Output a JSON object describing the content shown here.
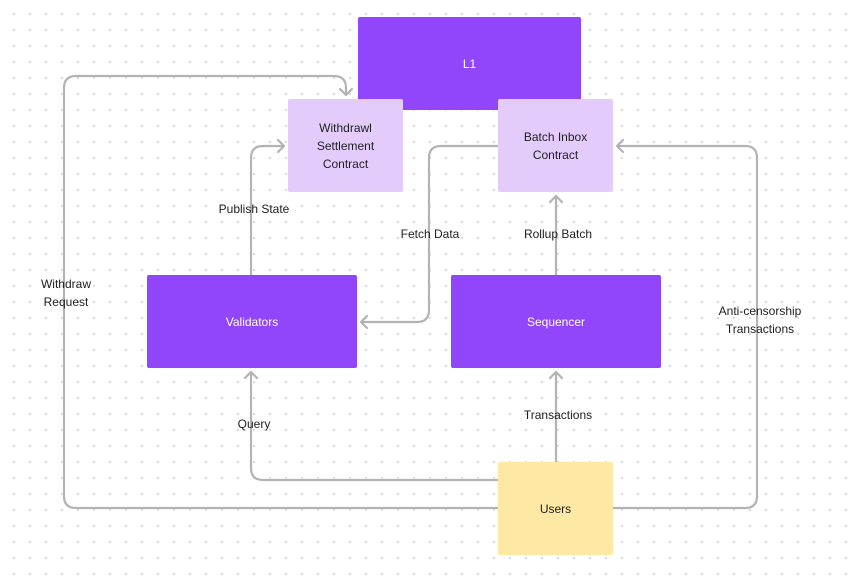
{
  "nodes": {
    "l1": "L1",
    "withdrawl_settlement": "Withdrawl\nSettlement\nContract",
    "batch_inbox": "Batch Inbox\nContract",
    "validators": "Validators",
    "sequencer": "Sequencer",
    "users": "Users"
  },
  "edges": {
    "withdraw_request": "Withdraw\nRequest",
    "publish_state": "Publish State",
    "fetch_data": "Fetch Data",
    "rollup_batch": "Rollup Batch",
    "anti_censorship": "Anti-censorship\nTransactions",
    "query": "Query",
    "transactions": "Transactions"
  },
  "colors": {
    "primary_node": "#9146fc",
    "contract_node": "#e3ccfc",
    "user_node": "#fde8a4",
    "connector": "#b3b3b3"
  }
}
